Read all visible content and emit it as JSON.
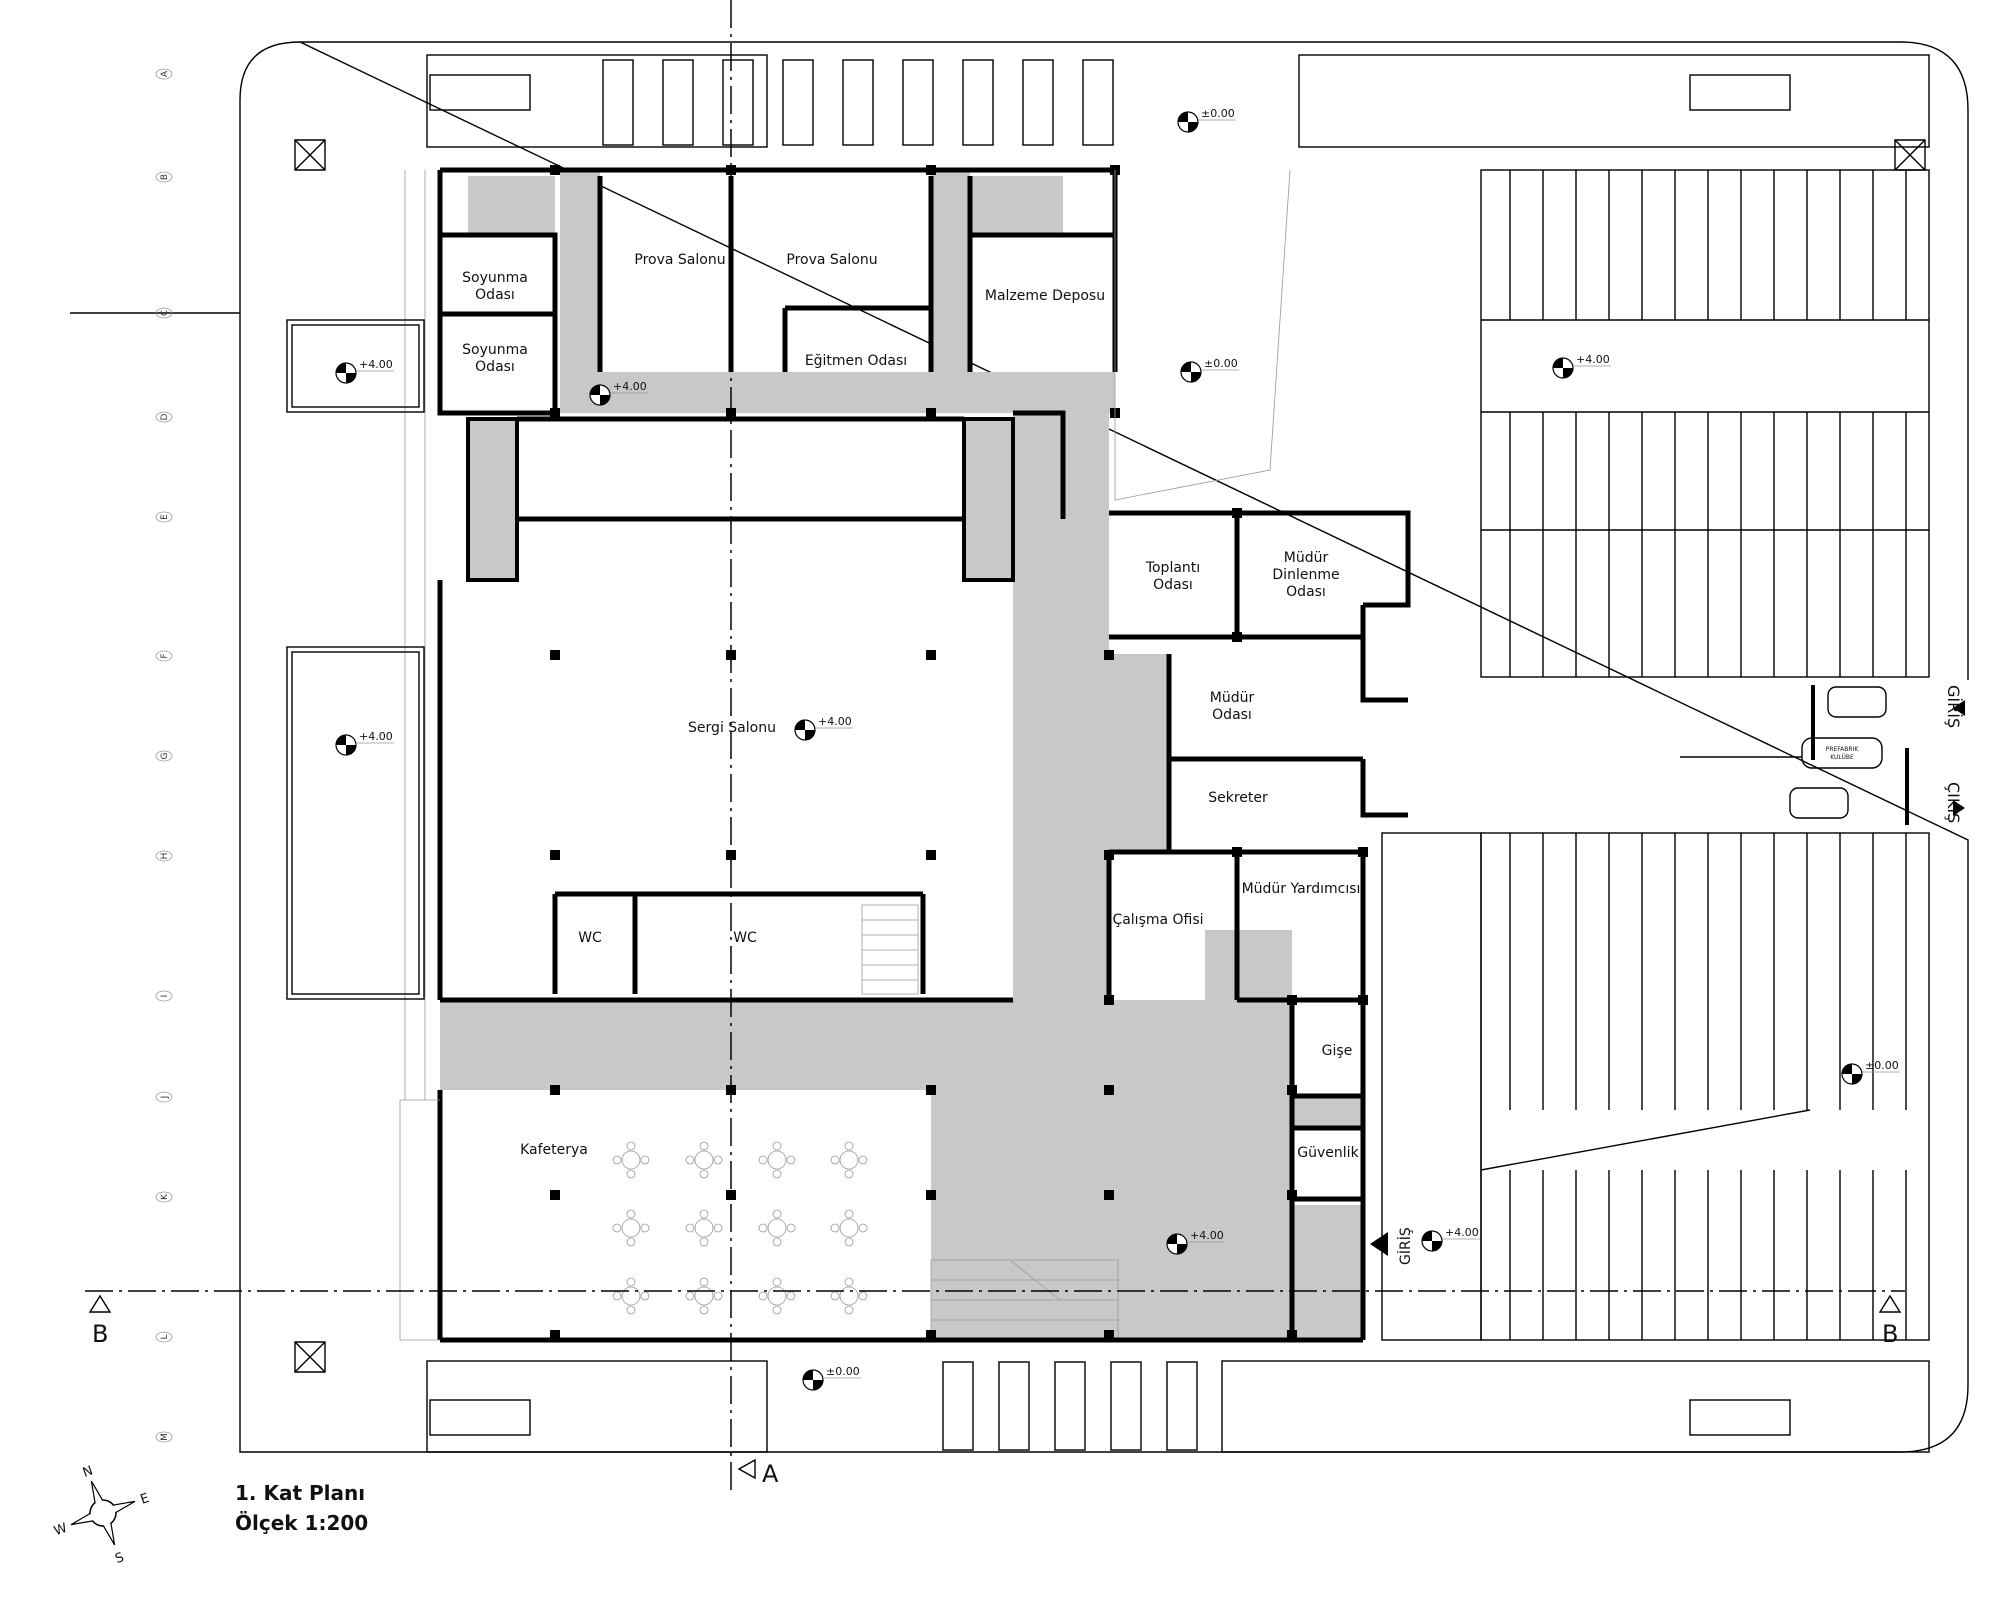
{
  "title": "1. Kat Planı",
  "scale": "Ölçek  1:200",
  "compass": {
    "n": "N",
    "e": "E",
    "s": "S",
    "w": "W"
  },
  "grid_letters": [
    "A",
    "B",
    "C",
    "D",
    "E",
    "F",
    "G",
    "H",
    "I",
    "J",
    "K",
    "L",
    "M"
  ],
  "sections": {
    "b_left": "B",
    "b_right": "B",
    "a": "A"
  },
  "entrances": {
    "giris_side": "GİRİŞ",
    "cikis_side": "ÇIKIŞ",
    "giris_main": "GİRİŞ"
  },
  "booth_label": [
    "PREFABRIK",
    "KULÜBE"
  ],
  "rooms": {
    "soyunma1": [
      "Soyunma",
      "Odası"
    ],
    "soyunma2": [
      "Soyunma",
      "Odası"
    ],
    "prova1": "Prova Salonu",
    "prova2": "Prova Salonu",
    "egitmen": "Eğitmen Odası",
    "malzeme": "Malzeme Deposu",
    "toplanti": [
      "Toplantı",
      "Odası"
    ],
    "dinlenme": [
      "Müdür",
      "Dinlenme",
      "Odası"
    ],
    "mudur": [
      "Müdür",
      "Odası"
    ],
    "sekreter": "Sekreter",
    "calisma": "Çalışma Ofisi",
    "yardimci": "Müdür Yardımcısı",
    "wc1": "WC",
    "wc2": "WC",
    "sergi": "Sergi Salonu",
    "kafeterya": "Kafeterya",
    "gise": "Gişe",
    "guvenlik": "Güvenlik"
  },
  "levels": [
    "±0.00",
    "+4.00",
    "+4.00",
    "±0.00",
    "+4.00",
    "+4.00",
    "+4.00",
    "±0.00",
    "+4.00",
    "+4.00",
    "±0.00"
  ]
}
